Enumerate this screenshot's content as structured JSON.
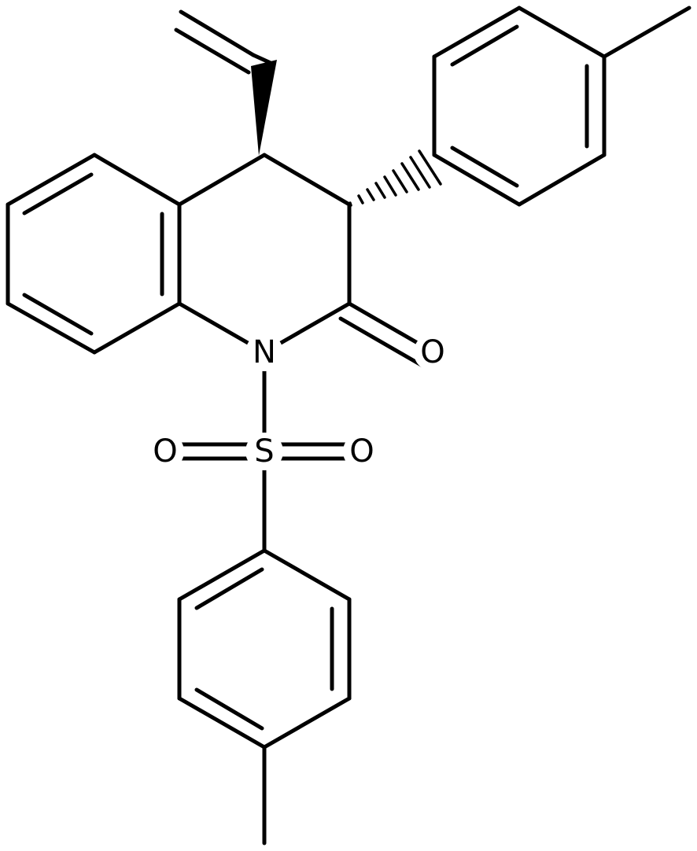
{
  "molecule": {
    "atoms": {
      "nitrogen": "N",
      "carbonyl_oxygen": "O",
      "sulfur": "S",
      "sulfonyl_oxygen_left": "O",
      "sulfonyl_oxygen_right": "O"
    }
  },
  "colors": {
    "bond": "#000000",
    "background": "#ffffff"
  }
}
